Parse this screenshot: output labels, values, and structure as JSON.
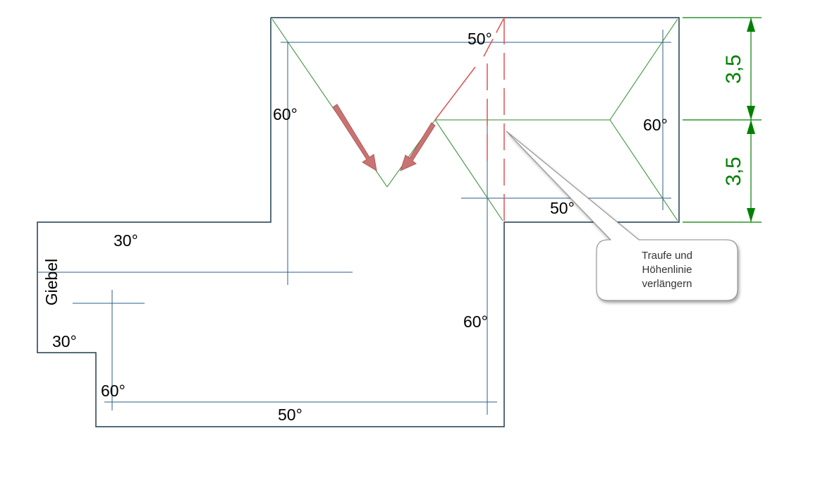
{
  "colors": {
    "outline": "#1f3b4d",
    "helper": "#2b5f8a",
    "ridge": "#2e8b2e",
    "red": "#e05050",
    "arrow": "#c97373",
    "dimension": "#008000"
  },
  "angles": {
    "top_right_50": "50°",
    "top_left_60": "60°",
    "right_60": "60°",
    "mid_right_50": "50°",
    "left_30": "30°",
    "lower_left_30": "30°",
    "center_60": "60°",
    "bottom_left_60": "60°",
    "bottom_50": "50°"
  },
  "gable_label": "Giebel",
  "dimensions": {
    "upper": "3,5",
    "lower": "3,5"
  },
  "callout": {
    "line1": "Traufe und",
    "line2": "Höhenlinie",
    "line3": "verlängern"
  },
  "icons": [
    "arrow-left-icon",
    "arrow-right-icon",
    "dimension-arrow-icon"
  ]
}
